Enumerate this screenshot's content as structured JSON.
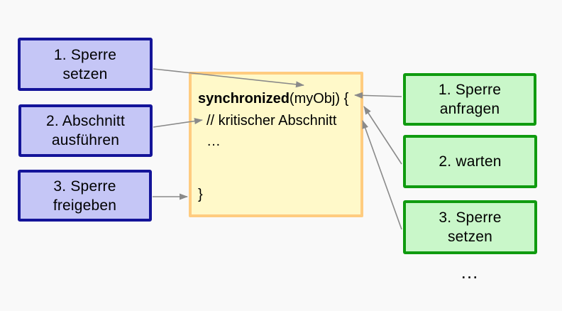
{
  "diagram": {
    "topic": "synchronized block locking steps",
    "left_boxes": [
      {
        "line1": "1. Sperre",
        "line2": "setzen"
      },
      {
        "line1": "2. Abschnitt",
        "line2": "ausführen"
      },
      {
        "line1": "3. Sperre",
        "line2": "freigeben"
      }
    ],
    "right_boxes": [
      {
        "line1": "1. Sperre",
        "line2": "anfragen"
      },
      {
        "line1": "2. warten"
      },
      {
        "line1": "3. Sperre",
        "line2": "setzen"
      }
    ],
    "code_box": {
      "line1_keyword": "synchronized",
      "line1_rest": "(myObj) {",
      "line2": "// kritischer Abschnitt",
      "line3": "…",
      "line4": "}"
    },
    "trailing_ellipsis": "…",
    "colors": {
      "background": "#f9f9f9",
      "purple_fill": "#c5c6f6",
      "purple_border": "#141499",
      "green_fill": "#c9f7c9",
      "green_border": "#0f9b0f",
      "yellow_fill": "#fff9c9",
      "yellow_border": "#ffcc80",
      "arrow": "#8a8a8a",
      "text": "#000000"
    }
  }
}
